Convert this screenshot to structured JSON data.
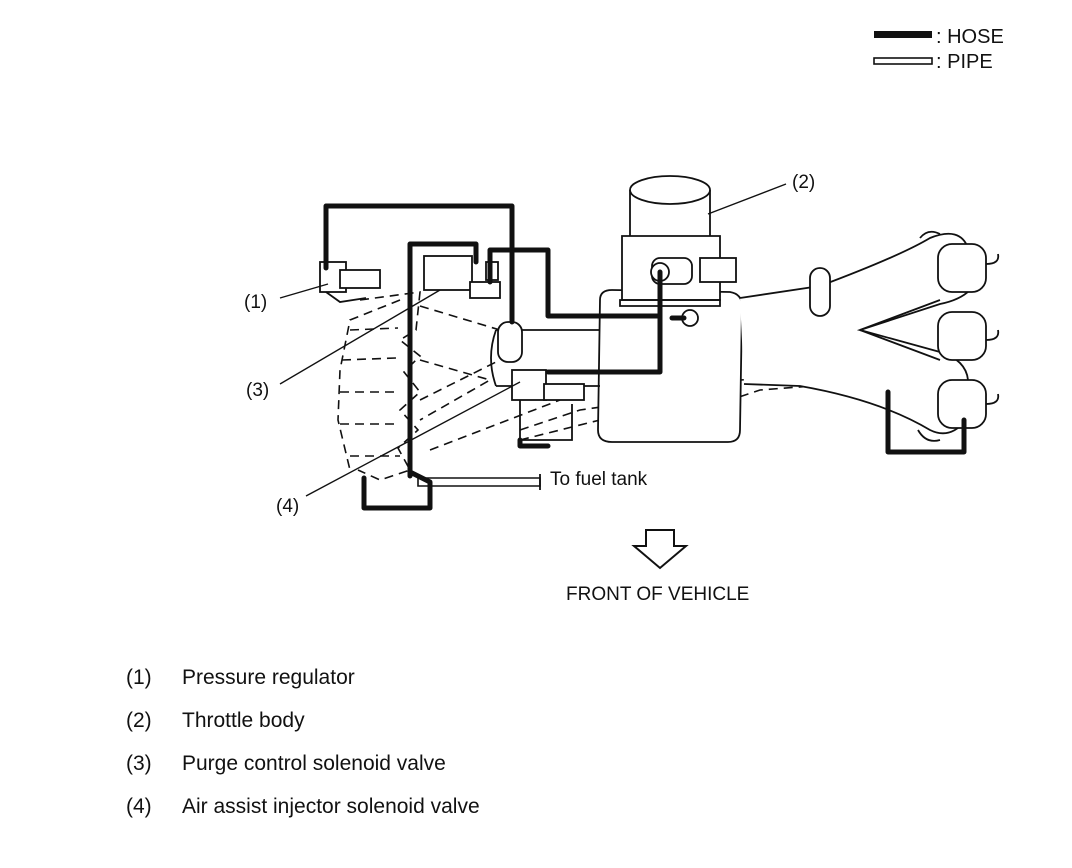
{
  "legend": {
    "hose_label": ": HOSE",
    "pipe_label": ": PIPE"
  },
  "callouts": {
    "c1": "(1)",
    "c2": "(2)",
    "c3": "(3)",
    "c4": "(4)"
  },
  "annotations": {
    "to_fuel_tank": "To fuel tank",
    "front_of_vehicle": "FRONT OF VEHICLE"
  },
  "parts": [
    {
      "num": "(1)",
      "name": "Pressure regulator"
    },
    {
      "num": "(2)",
      "name": "Throttle body"
    },
    {
      "num": "(3)",
      "name": "Purge control solenoid valve"
    },
    {
      "num": "(4)",
      "name": "Air assist injector solenoid valve"
    }
  ]
}
